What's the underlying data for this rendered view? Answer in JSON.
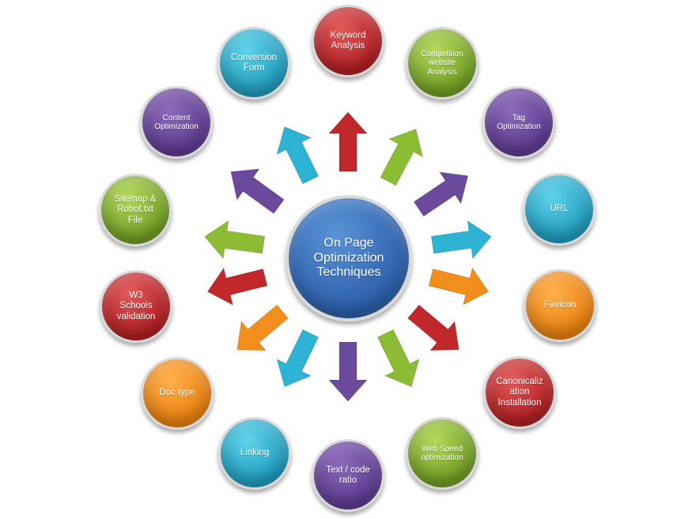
{
  "center": {
    "label": "On Page\nOptimization\nTechniques"
  },
  "colors": {
    "red": "#c0282c",
    "green": "#8cbb34",
    "purple": "#6b4a9c",
    "cyan": "#2fb3d4",
    "orange": "#f28e1c",
    "blue": "#3a6fbf"
  },
  "nodes": [
    {
      "id": "keyword-analysis",
      "label": "Keyword\nAnalysis",
      "color": "red"
    },
    {
      "id": "competition-website-analysis",
      "label": "Competition\nwebsite\nAnalysis",
      "color": "green"
    },
    {
      "id": "tag-optimization",
      "label": "Tag\nOptimization",
      "color": "purple"
    },
    {
      "id": "url",
      "label": "URL",
      "color": "cyan"
    },
    {
      "id": "favicon",
      "label": "Favicon",
      "color": "orange"
    },
    {
      "id": "canonicalization-installation",
      "label": "Canonicaliz\nation\nInstallation",
      "color": "red"
    },
    {
      "id": "web-speed-optimization",
      "label": "Web Speed\noptimization",
      "color": "green"
    },
    {
      "id": "text-code-ratio",
      "label": "Text / code\nratio",
      "color": "purple"
    },
    {
      "id": "linking",
      "label": "Linking",
      "color": "cyan"
    },
    {
      "id": "doc-type",
      "label": "Doc type",
      "color": "orange"
    },
    {
      "id": "w3-schools-validation",
      "label": "W3\nSchools\nvalidation",
      "color": "red"
    },
    {
      "id": "sitemap-robot-file",
      "label": "Sitemap &\nRobot.txt\nFile",
      "color": "green"
    },
    {
      "id": "content-optimization",
      "label": "Content\nOptimization",
      "color": "purple"
    },
    {
      "id": "conversion-form",
      "label": "Conversion\nForm",
      "color": "cyan"
    }
  ],
  "arrows": [
    {
      "color": "red"
    },
    {
      "color": "green"
    },
    {
      "color": "purple"
    },
    {
      "color": "cyan"
    },
    {
      "color": "orange"
    },
    {
      "color": "red"
    },
    {
      "color": "green"
    },
    {
      "color": "purple"
    },
    {
      "color": "cyan"
    },
    {
      "color": "orange"
    },
    {
      "color": "red"
    },
    {
      "color": "green"
    },
    {
      "color": "purple"
    },
    {
      "color": "cyan"
    }
  ]
}
